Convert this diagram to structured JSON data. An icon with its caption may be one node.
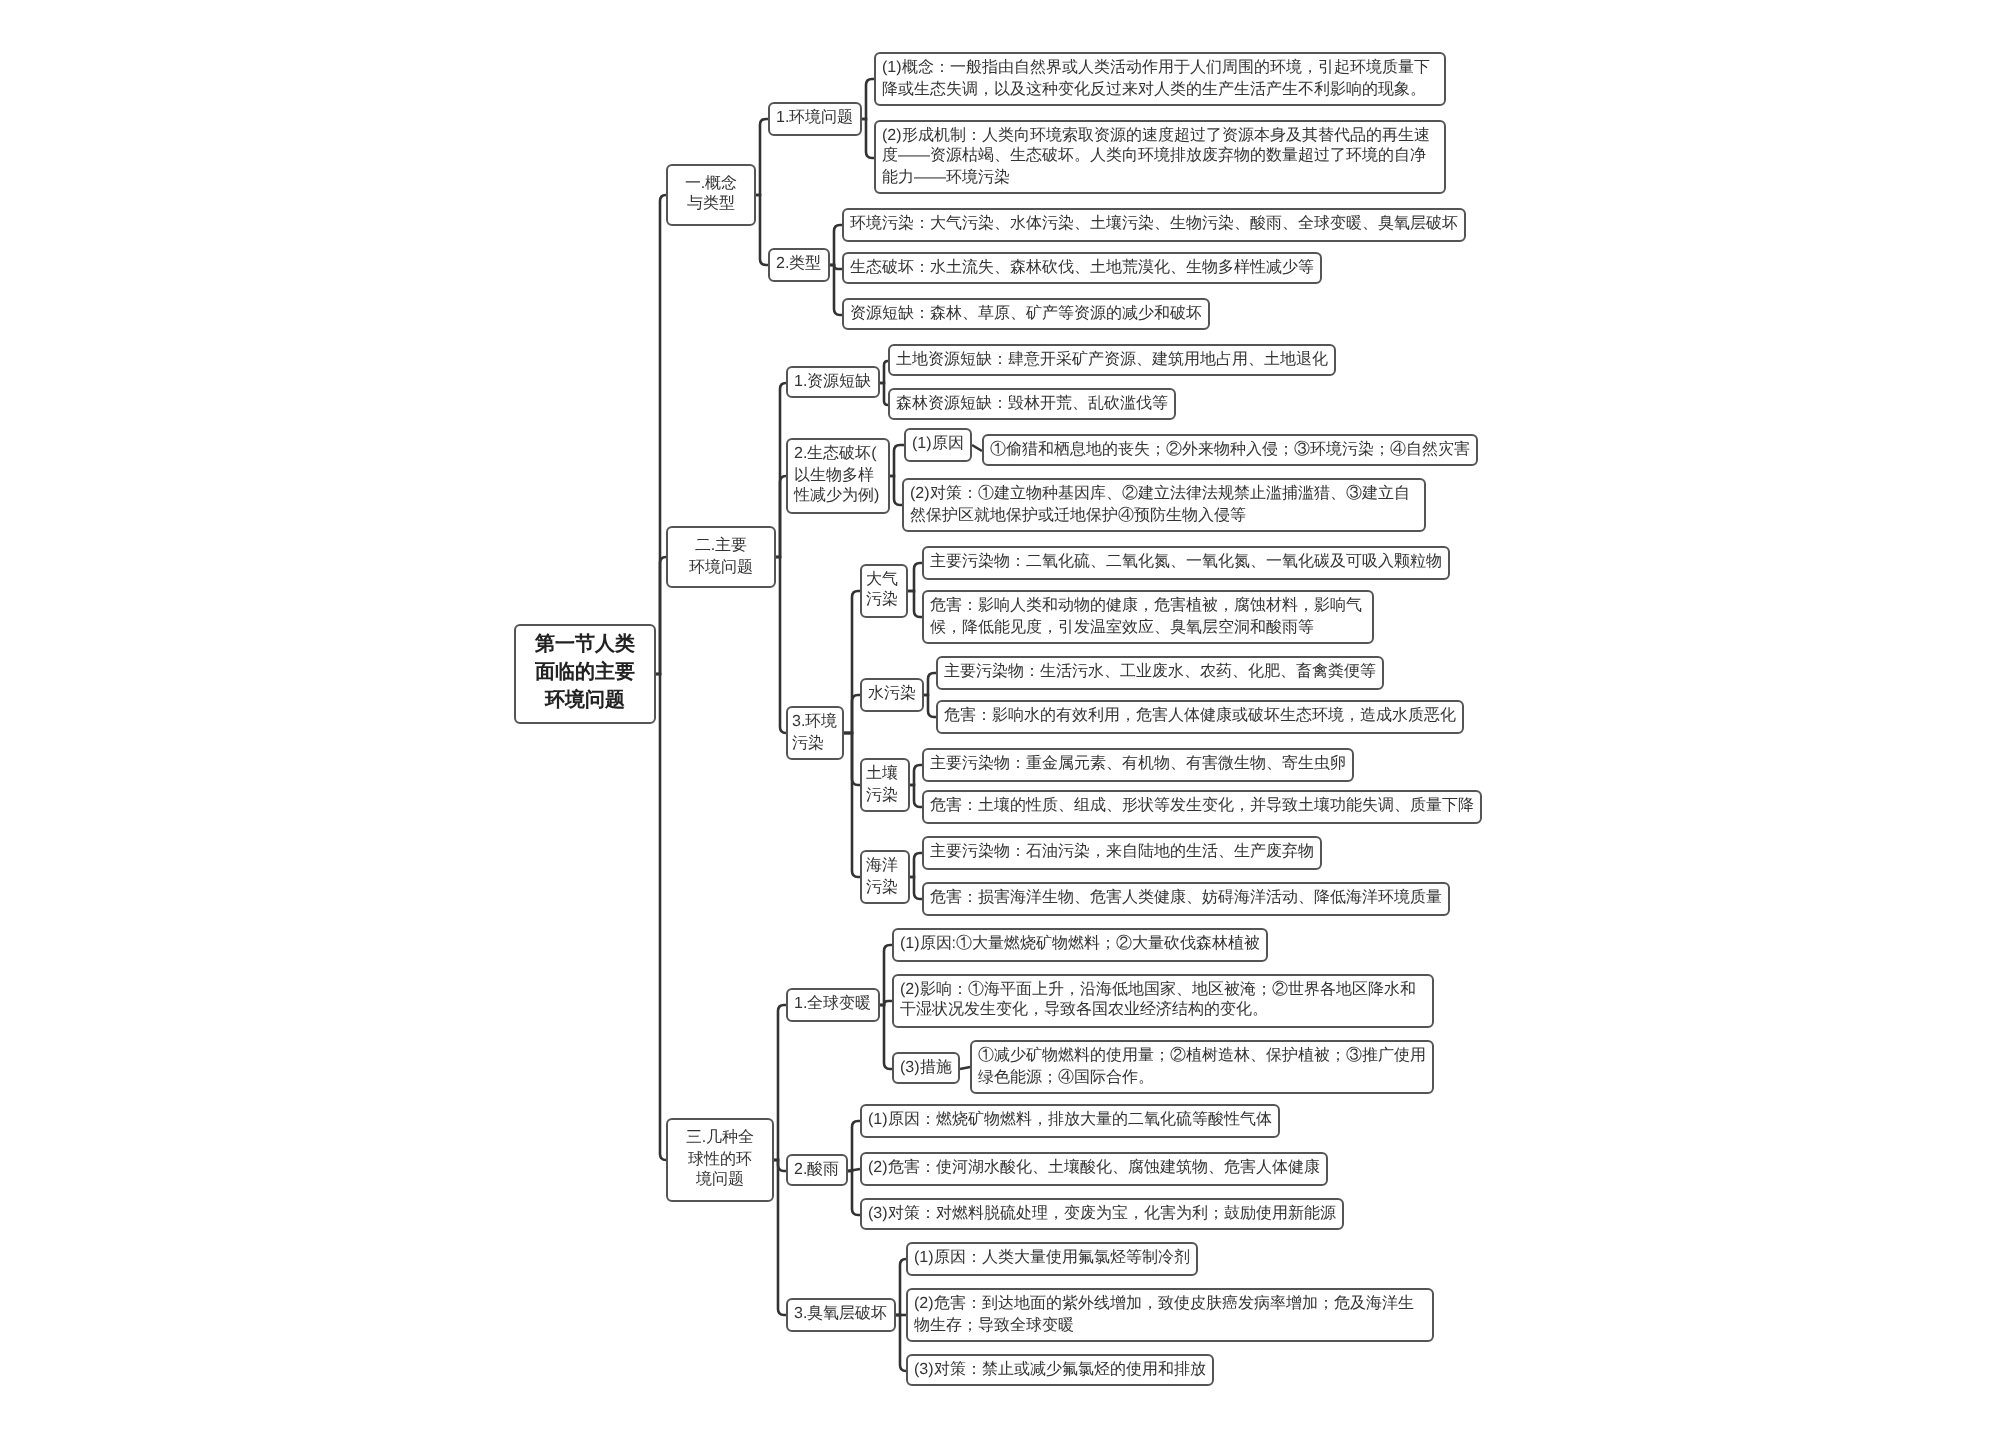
{
  "diagram": {
    "nodes": [
      {
        "text": [
          "第一节人类面临的主要环境问题"
        ]
      },
      {
        "text": [
          "一.概念与类型"
        ]
      },
      {
        "text": [
          "1.环境问题"
        ]
      },
      {
        "text": [
          "(1)概念：一般指由自然界或人类活动作用于人们周围的环境，引起环境质量下降或生态失调，以及这种变化反过来对人类的生产生活产生不利影响的现象。"
        ]
      },
      {
        "text": [
          "(2)形成机制：人类向环境索取资源的速度超过了资源本身及其替代品的再生速度——资源枯竭、生态破坏。人类向环境排放废弃物的数量超过了环境的自净能力——环境污染"
        ]
      },
      {
        "text": [
          "2.类型"
        ]
      },
      {
        "text": [
          "环境污染：大气污染、水体污染、土壤污染、生物污染、酸雨、全球变暖、臭氧层破坏"
        ]
      },
      {
        "text": [
          "生态破坏：水土流失、森林砍伐、土地荒漠化、生物多样性减少等"
        ]
      },
      {
        "text": [
          "资源短缺：森林、草原、矿产等资源的减少和破坏"
        ]
      },
      {
        "text": [
          "二.主要环境问题"
        ]
      },
      {
        "text": [
          "1.资源短缺"
        ]
      },
      {
        "text": [
          "土地资源短缺：肆意开采矿产资源、建筑用地占用、土地退化"
        ]
      },
      {
        "text": [
          "森林资源短缺：毁林开荒、乱砍滥伐等"
        ]
      },
      {
        "text": [
          "2.生态破坏(以生物多样性减少为例)"
        ]
      },
      {
        "text": [
          "(1)原因"
        ]
      },
      {
        "text": [
          "①偷猎和栖息地的丧失；②外来物种入侵；③环境污染；④自然灾害"
        ]
      },
      {
        "text": [
          "(2)对策：①建立物种基因库、②建立法律法规禁止滥捕滥猎、③建立自然保护区就地保护或迁地保护④预防生物入侵等"
        ]
      },
      {
        "text": [
          "3.环境污染"
        ]
      },
      {
        "text": [
          "大气污染"
        ]
      },
      {
        "text": [
          "主要污染物：二氧化硫、二氧化氮、一氧化氮、一氧化碳及可吸入颗粒物"
        ]
      },
      {
        "text": [
          "危害：影响人类和动物的健康，危害植被，腐蚀材料，影响气候，降低能见度，引发温室效应、臭氧层空洞和酸雨等"
        ]
      },
      {
        "text": [
          "水污染"
        ]
      },
      {
        "text": [
          "主要污染物：生活污水、工业废水、农药、化肥、畜禽粪便等"
        ]
      },
      {
        "text": [
          "危害：影响水的有效利用，危害人体健康或破坏生态环境，造成水质恶化"
        ]
      },
      {
        "text": [
          "土壤污染"
        ]
      },
      {
        "text": [
          "主要污染物：重金属元素、有机物、有害微生物、寄生虫卵"
        ]
      },
      {
        "text": [
          "危害：土壤的性质、组成、形状等发生变化，并导致土壤功能失调、质量下降"
        ]
      },
      {
        "text": [
          "海洋污染"
        ]
      },
      {
        "text": [
          "主要污染物：石油污染，来自陆地的生活、生产废弃物"
        ]
      },
      {
        "text": [
          "危害：损害海洋生物、危害人类健康、妨碍海洋活动、降低海洋环境质量"
        ]
      },
      {
        "text": [
          "三.几种全球性的环境问题"
        ]
      },
      {
        "text": [
          "1.全球变暖"
        ]
      },
      {
        "text": [
          "(1)原因:①大量燃烧矿物燃料；②大量砍伐森林植被"
        ]
      },
      {
        "text": [
          "(2)影响：①海平面上升，沿海低地国家、地区被淹；②世界各地区降水和干湿状况发生变化，导致各国农业经济结构的变化。"
        ]
      },
      {
        "text": [
          "(3)措施"
        ]
      },
      {
        "text": [
          "①减少矿物燃料的使用量；②植树造林、保护植被；③推广使用绿色能源；④国际合作。"
        ]
      },
      {
        "text": [
          "2.酸雨"
        ]
      },
      {
        "text": [
          "(1)原因：燃烧矿物燃料，排放大量的二氧化硫等酸性气体"
        ]
      },
      {
        "text": [
          "(2)危害：使河湖水酸化、土壤酸化、腐蚀建筑物、危害人体健康"
        ]
      },
      {
        "text": [
          "(3)对策：对燃料脱硫处理，变废为宝，化害为利；鼓励使用新能源"
        ]
      },
      {
        "text": [
          "3.臭氧层破坏"
        ]
      },
      {
        "text": [
          "(1)原因：人类大量使用氟氯烃等制冷剂"
        ]
      },
      {
        "text": [
          "(2)危害：到达地面的紫外线增加，致使皮肤癌发病率增加；危及海洋生物生存；导致全球变暖"
        ]
      },
      {
        "text": [
          "(3)对策：禁止或减少氟氯烃的使用和排放"
        ]
      }
    ],
    "edges": [
      {
        "from": 0,
        "to": 1,
        "arrow": "none"
      },
      {
        "from": 0,
        "to": 9,
        "arrow": "none"
      },
      {
        "from": 0,
        "to": 30,
        "arrow": "none"
      },
      {
        "from": 1,
        "to": 2,
        "arrow": "none"
      },
      {
        "from": 1,
        "to": 5,
        "arrow": "none"
      },
      {
        "from": 2,
        "to": 3,
        "arrow": "none"
      },
      {
        "from": 2,
        "to": 4,
        "arrow": "none"
      },
      {
        "from": 5,
        "to": 6,
        "arrow": "none"
      },
      {
        "from": 5,
        "to": 7,
        "arrow": "none"
      },
      {
        "from": 5,
        "to": 8,
        "arrow": "none"
      },
      {
        "from": 9,
        "to": 10,
        "arrow": "none"
      },
      {
        "from": 9,
        "to": 13,
        "arrow": "none"
      },
      {
        "from": 9,
        "to": 17,
        "arrow": "none"
      },
      {
        "from": 10,
        "to": 11,
        "arrow": "none"
      },
      {
        "from": 10,
        "to": 12,
        "arrow": "none"
      },
      {
        "from": 13,
        "to": 14,
        "arrow": "none"
      },
      {
        "from": 13,
        "to": 16,
        "arrow": "none"
      },
      {
        "from": 14,
        "to": 15,
        "arrow": "none"
      },
      {
        "from": 17,
        "to": 18,
        "arrow": "none"
      },
      {
        "from": 17,
        "to": 21,
        "arrow": "none"
      },
      {
        "from": 17,
        "to": 24,
        "arrow": "none"
      },
      {
        "from": 17,
        "to": 27,
        "arrow": "none"
      },
      {
        "from": 18,
        "to": 19,
        "arrow": "none"
      },
      {
        "from": 18,
        "to": 20,
        "arrow": "none"
      },
      {
        "from": 21,
        "to": 22,
        "arrow": "none"
      },
      {
        "from": 21,
        "to": 23,
        "arrow": "none"
      },
      {
        "from": 24,
        "to": 25,
        "arrow": "none"
      },
      {
        "from": 24,
        "to": 26,
        "arrow": "none"
      },
      {
        "from": 27,
        "to": 28,
        "arrow": "none"
      },
      {
        "from": 27,
        "to": 29,
        "arrow": "none"
      },
      {
        "from": 30,
        "to": 31,
        "arrow": "none"
      },
      {
        "from": 30,
        "to": 36,
        "arrow": "none"
      },
      {
        "from": 30,
        "to": 40,
        "arrow": "none"
      },
      {
        "from": 31,
        "to": 32,
        "arrow": "none"
      },
      {
        "from": 31,
        "to": 33,
        "arrow": "none"
      },
      {
        "from": 31,
        "to": 34,
        "arrow": "none"
      },
      {
        "from": 34,
        "to": 35,
        "arrow": "none"
      },
      {
        "from": 36,
        "to": 37,
        "arrow": "none"
      },
      {
        "from": 36,
        "to": 38,
        "arrow": "none"
      },
      {
        "from": 36,
        "to": 39,
        "arrow": "none"
      },
      {
        "from": 40,
        "to": 41,
        "arrow": "none"
      },
      {
        "from": 40,
        "to": 42,
        "arrow": "none"
      },
      {
        "from": 40,
        "to": 43,
        "arrow": "none"
      }
    ]
  }
}
